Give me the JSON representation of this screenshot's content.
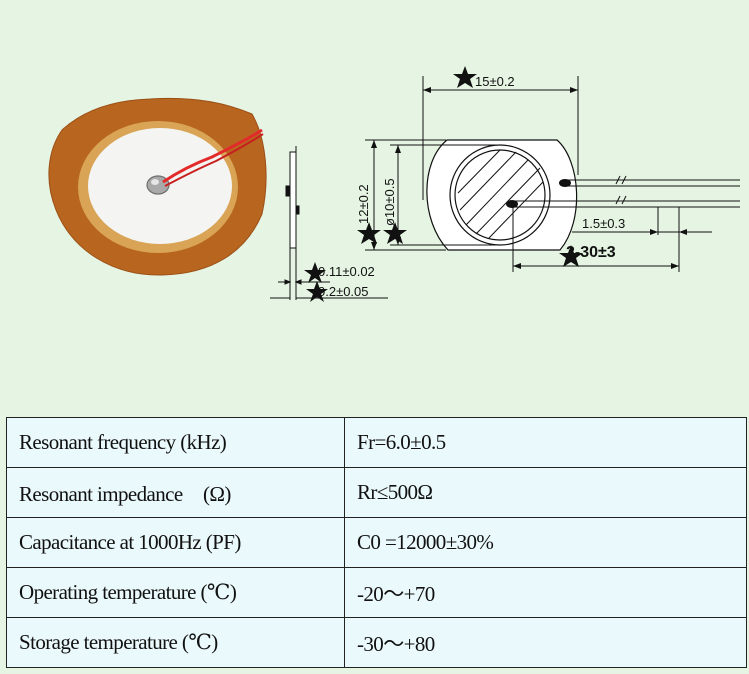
{
  "drawing": {
    "dim_outer_diameter": "15±0.2",
    "dim_height": "12±0.2",
    "dim_ceramic_diameter": "ø10±0.5",
    "dim_lead_strip": "1.5±0.3",
    "dim_lead_length": "2-30±3",
    "dim_ceramic_thickness": "0.11±0.02",
    "dim_total_thickness": "0.2±0.05"
  },
  "spec_table": {
    "rows": [
      {
        "parameter": "Resonant frequency (kHz)",
        "value": "Fr=6.0±0.5"
      },
      {
        "parameter": "Resonant impedance　(Ω)",
        "value": "Rr≤500Ω"
      },
      {
        "parameter": "Capacitance at 1000Hz (PF)",
        "value": "C0 =12000±30%"
      },
      {
        "parameter": "Operating temperature (℃)",
        "value": "-20～+70"
      },
      {
        "parameter": "Storage temperature (℃)",
        "value": "-30～+80"
      }
    ]
  },
  "colors": {
    "background": "#e6f5e3",
    "table_background": "#eaf9fb",
    "brass": "#b8651f",
    "ceramic": "#f4f4f2",
    "wire": "#e32a2a"
  }
}
